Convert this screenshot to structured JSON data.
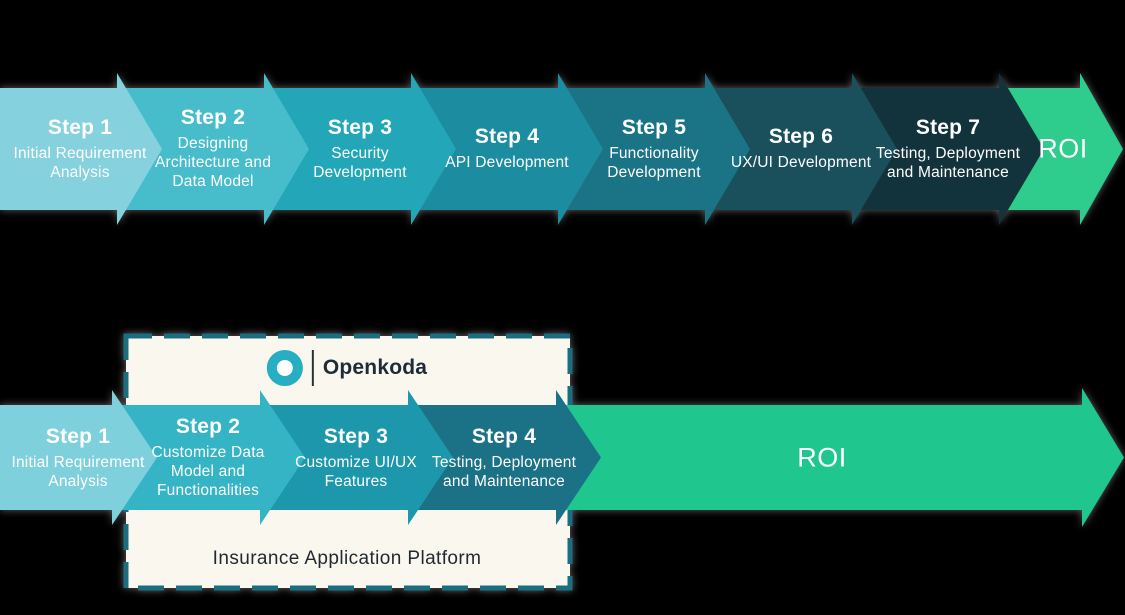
{
  "page": {
    "background": "#000000"
  },
  "top_flow": {
    "steps": [
      {
        "title": "Step 1",
        "subtitle": "Initial Requirement Analysis",
        "color": "#86d1de"
      },
      {
        "title": "Step 2",
        "subtitle": "Designing Architecture and Data Model",
        "color": "#47bdcc"
      },
      {
        "title": "Step 3",
        "subtitle": "Security Development",
        "color": "#23a6b8"
      },
      {
        "title": "Step 4",
        "subtitle": "API Development",
        "color": "#1c8da0"
      },
      {
        "title": "Step 5",
        "subtitle": "Functionality Development",
        "color": "#1b7386"
      },
      {
        "title": "Step 6",
        "subtitle": "UX/UI Development",
        "color": "#1a4f5c"
      },
      {
        "title": "Step 7",
        "subtitle": "Testing, Deployment and Maintenance",
        "color": "#13333c"
      }
    ],
    "roi": {
      "label": "ROI",
      "color": "#2ecc8d"
    }
  },
  "bottom_flow": {
    "steps": [
      {
        "title": "Step 1",
        "subtitle": "Initial Requirement Analysis",
        "color": "#7fd0dd"
      },
      {
        "title": "Step 2",
        "subtitle": "Customize Data Model and Functionalities",
        "color": "#35b4c5"
      },
      {
        "title": "Step 3",
        "subtitle": "Customize UI/UX Features",
        "color": "#1d97ab"
      },
      {
        "title": "Step 4",
        "subtitle": "Testing, Deployment and Maintenance",
        "color": "#1b7186"
      }
    ],
    "roi": {
      "label": "ROI",
      "color": "#1fc78e"
    },
    "platform": {
      "logo_text": "Openkoda",
      "caption": "Insurance Application Platform",
      "logo_color": "#27aec2",
      "border_color": "#1a6e80",
      "fill": "#faf7ef"
    }
  }
}
